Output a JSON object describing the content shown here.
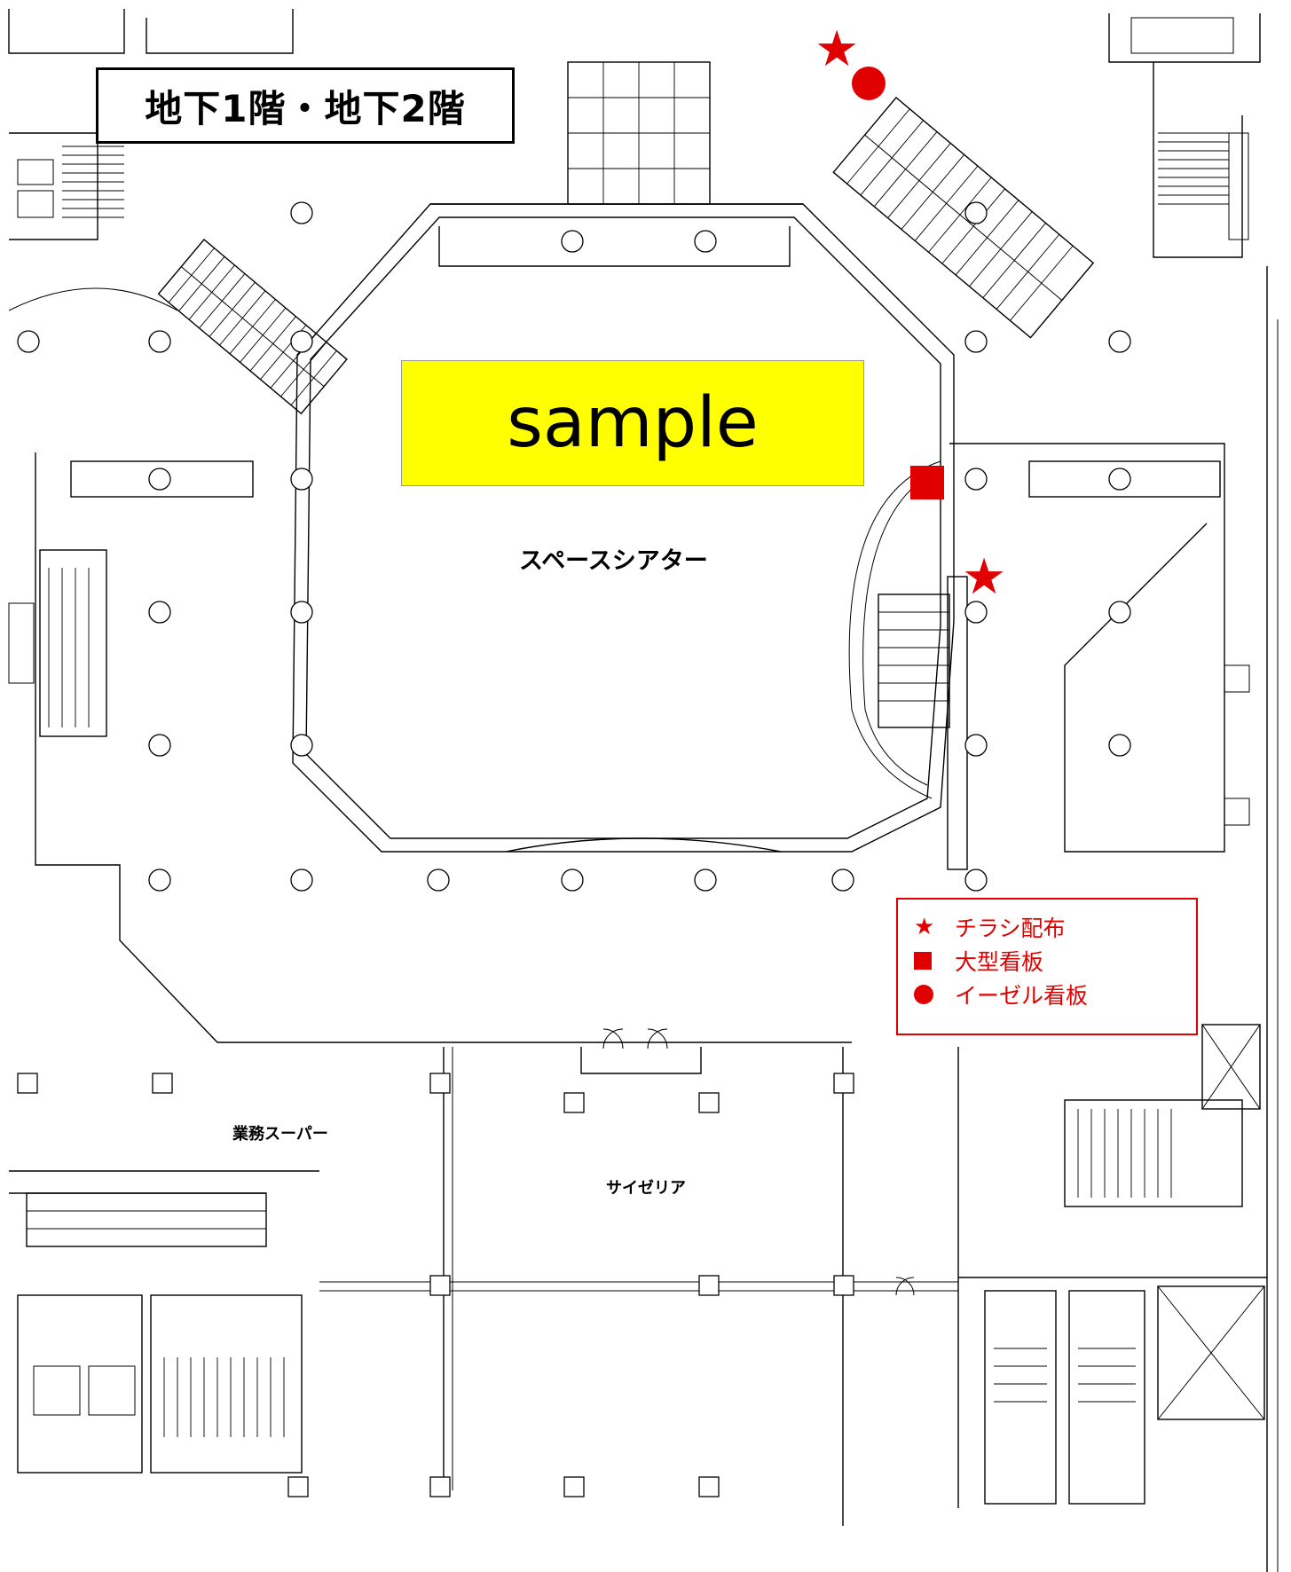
{
  "floor_title": "地下1階・地下2階",
  "sample_label": "sample",
  "rooms": {
    "space_theater": "スペースシアター",
    "gyomu_super": "業務スーパー",
    "saizeriya": "サイゼリア"
  },
  "legend": {
    "items": [
      {
        "symbol": "star-icon",
        "label": "チラシ配布"
      },
      {
        "symbol": "square-icon",
        "label": "大型看板"
      },
      {
        "symbol": "circle-icon",
        "label": "イーゼル看板"
      }
    ],
    "color": "#e00000"
  },
  "markers": [
    {
      "type": "star",
      "meaning": "チラシ配布"
    },
    {
      "type": "circle",
      "meaning": "イーゼル看板"
    },
    {
      "type": "square",
      "meaning": "大型看板"
    },
    {
      "type": "star",
      "meaning": "チラシ配布"
    }
  ],
  "colors": {
    "highlight": "#ffff00",
    "marker": "#e00000"
  }
}
